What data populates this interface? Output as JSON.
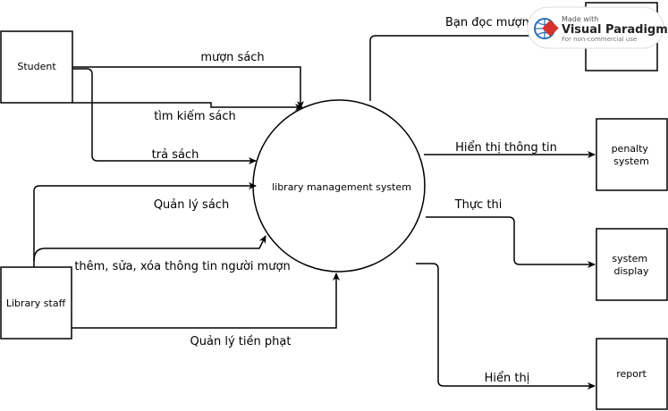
{
  "nodes": {
    "student": "Student",
    "library_staff": "Library staff",
    "process": "library management system",
    "penalty_system": [
      "penalty",
      "system"
    ],
    "system_display": [
      "system",
      "display"
    ],
    "report": "report",
    "top_right_box": ""
  },
  "flows": {
    "muon_sach": "mượn sách",
    "tim_kiem_sach": "tìm kiếm sách",
    "tra_sach": "trả sách",
    "quan_ly_sach": "Quản lý sách",
    "them_sua_xoa": "thêm, sửa, xóa thông tin người mượn",
    "quan_ly_tien_phat": "Quản lý tiền phạt",
    "ban_doc_muon": "Bạn đọc mượn",
    "hien_thi_thong_tin": "Hiển thị thông tin",
    "thuc_thi": "Thực thi",
    "hien_thi": "Hiển thị"
  },
  "watermark": {
    "line1": "Made with",
    "line2": "Visual Paradigm",
    "line3": "For non-commercial use",
    "accent_color": "#d6322c",
    "globe_color": "#2a6fb5"
  }
}
